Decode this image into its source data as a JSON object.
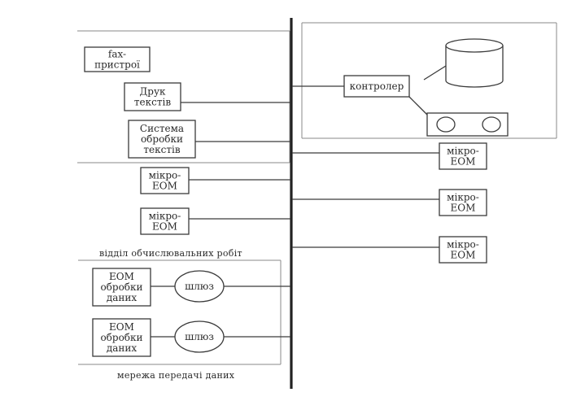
{
  "diagram": {
    "nodes": {
      "fax": {
        "lines": [
          "fax-",
          "пристрої"
        ]
      },
      "print": {
        "lines": [
          "Друк",
          "текстів"
        ]
      },
      "wp": {
        "lines": [
          "Система",
          "обробки",
          "текстів"
        ]
      },
      "controller": {
        "lines": [
          "контролер"
        ]
      },
      "micro1": {
        "lines": [
          "мікро-",
          "ЕОМ"
        ]
      },
      "micro2": {
        "lines": [
          "мікро-",
          "ЕОМ"
        ]
      },
      "micro3": {
        "lines": [
          "мікро-",
          "ЕОМ"
        ]
      },
      "micro4": {
        "lines": [
          "мікро-",
          "ЕОМ"
        ]
      },
      "micro5": {
        "lines": [
          "мікро-",
          "ЕОМ"
        ]
      },
      "dp1": {
        "lines": [
          "ЕОМ",
          "обробки",
          "даних"
        ]
      },
      "dp2": {
        "lines": [
          "ЕОМ",
          "обробки",
          "даних"
        ]
      },
      "gw1": {
        "lines": [
          "шлюз"
        ]
      },
      "gw2": {
        "lines": [
          "шлюз"
        ]
      }
    },
    "captions": {
      "computing_dept": "відділ обчислювальних робіт",
      "data_network": "мережа передачі даних"
    }
  }
}
